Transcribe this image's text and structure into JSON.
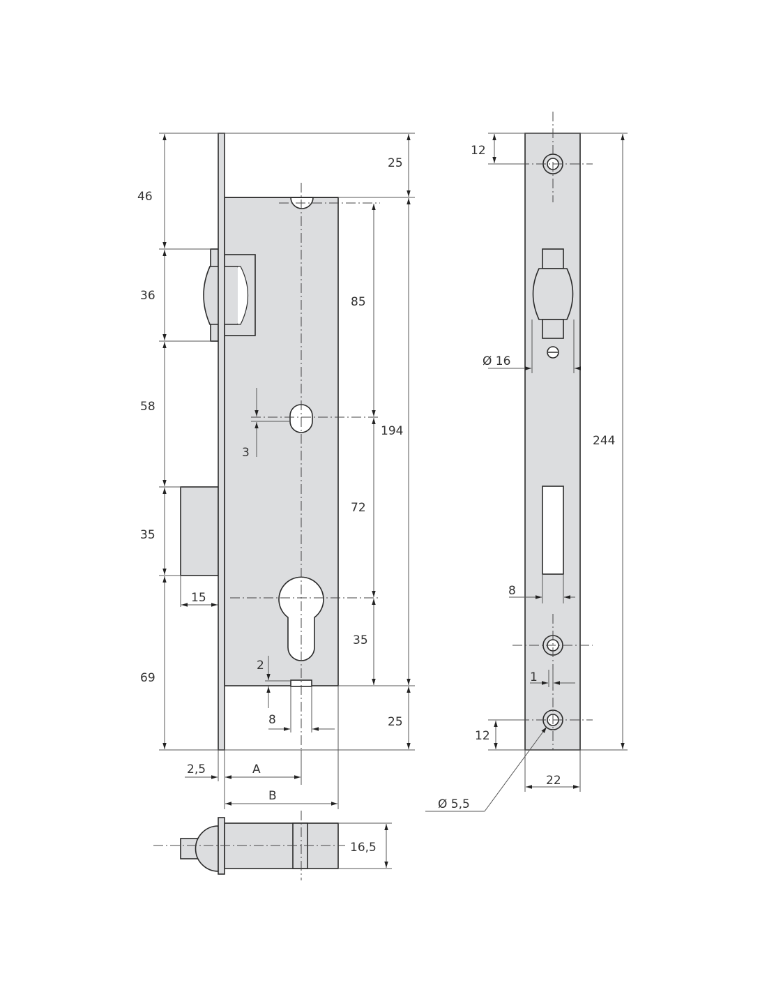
{
  "drawing": {
    "front_view": {
      "dims_left": [
        "46",
        "36",
        "58",
        "35",
        "69"
      ],
      "dims_right_outer": [
        "25",
        "194",
        "25"
      ],
      "dims_right_inner": [
        "85",
        "72",
        "35"
      ],
      "dim_follower_offset": "3",
      "dim_slot_depth": "2",
      "dim_slot_width": "8",
      "dim_bolt_throw": "15",
      "dim_faceplate": "2,5",
      "dim_backset": "A",
      "dim_case_width": "B"
    },
    "bottom_view": {
      "dim_thickness": "16,5"
    },
    "faceplate_view": {
      "dim_hole_top": "12",
      "dim_latch_diameter": "Ø 16",
      "dim_length": "244",
      "dim_slot_width": "8",
      "dim_offset": "1",
      "dim_hole_bottom": "12",
      "dim_width": "22",
      "dim_hole_diameter": "Ø 5,5"
    }
  }
}
